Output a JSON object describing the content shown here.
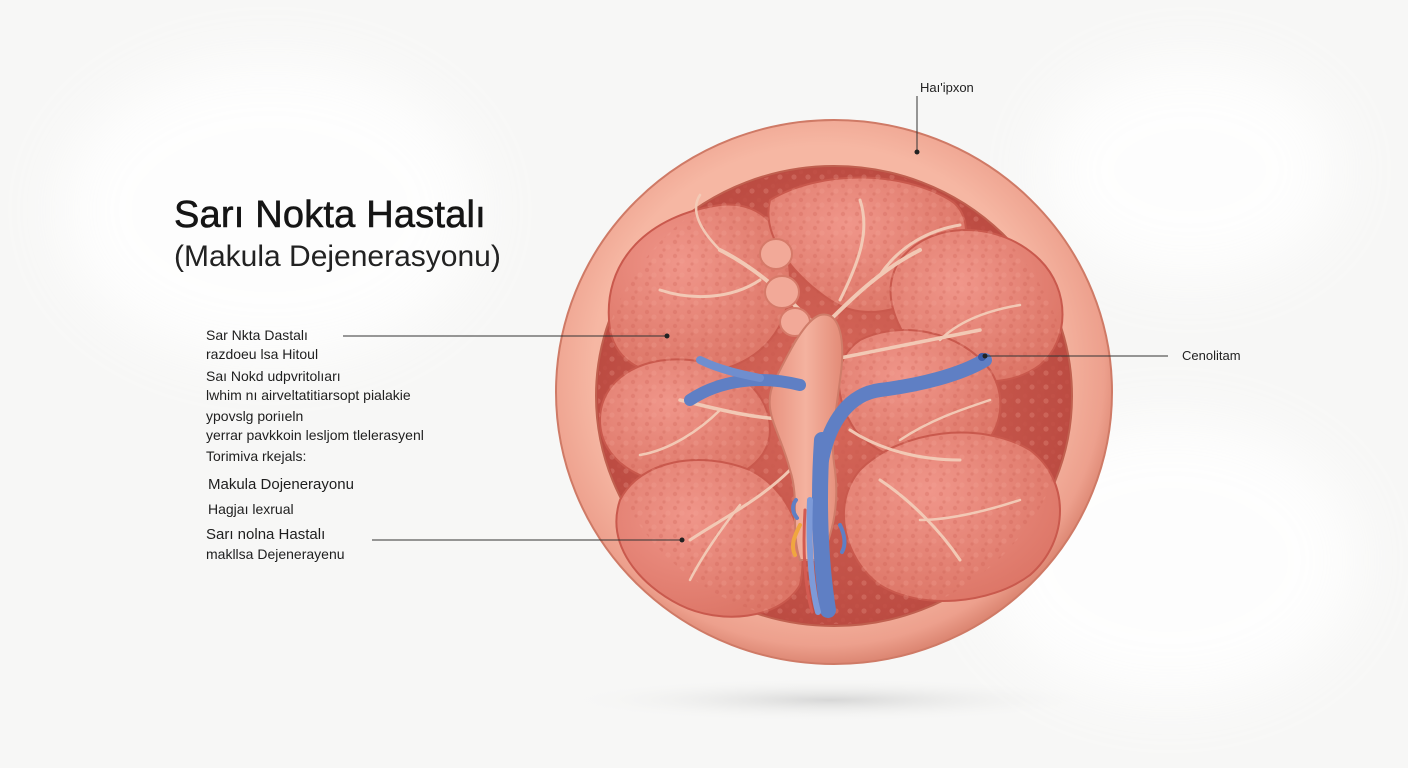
{
  "diagram": {
    "title": "Sarı Nokta Hastalı",
    "subtitle": "(Makula Dejenerasyonu)",
    "notes_block1": [
      "Sar Nkta Dastalı",
      "razdoeu lsa Hitoul",
      "Saı Nokd udpvritolıarı",
      "lwhim nı airveltatitiarsopt pialakie",
      "ypovslg poriıeln",
      "yerrar pavkkoin lesljom tlelerasyenl",
      "Torimiva rkejals:"
    ],
    "notes_block2": [
      "Makula Dojenerayonu",
      "Hagjaı lexrual"
    ],
    "notes_block3": [
      "Sarı nolna Hastalı",
      "makllsa Dejenerayenu"
    ],
    "callout_top": "Haı'ipxon",
    "callout_right": "Cenolitam",
    "colors": {
      "rim": "#eda08d",
      "tissue": "#e27a6b",
      "vessel_artery": "#efc9b2",
      "vessel_vein": "#5f7fc4",
      "leader_line": "#333333"
    }
  }
}
